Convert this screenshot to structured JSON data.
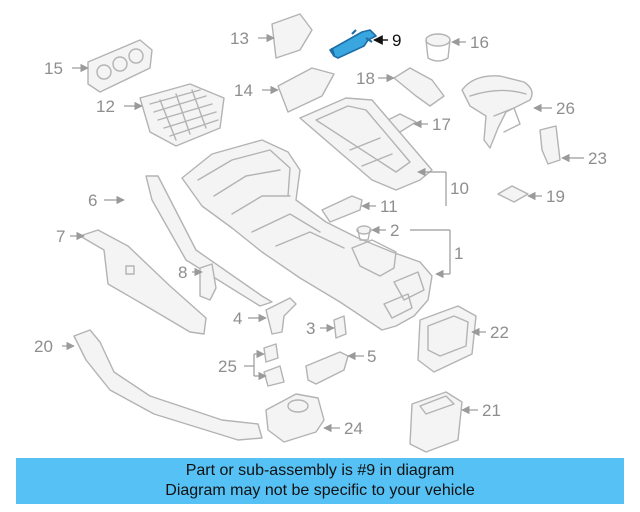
{
  "diagram": {
    "callouts": {
      "c1": "1",
      "c2": "2",
      "c3": "3",
      "c4": "4",
      "c5": "5",
      "c6": "6",
      "c7": "7",
      "c8": "8",
      "c9": "9",
      "c10": "10",
      "c11": "11",
      "c12": "12",
      "c13": "13",
      "c14": "14",
      "c15": "15",
      "c16": "16",
      "c17": "17",
      "c18": "18",
      "c19": "19",
      "c20": "20",
      "c21": "21",
      "c22": "22",
      "c23": "23",
      "c24": "24",
      "c25": "25",
      "c26": "26"
    },
    "highlighted_part": "9",
    "colors": {
      "part_outline": "#b3b3b3",
      "highlight": "#3aa6df",
      "banner": "#56c1f4"
    }
  },
  "banner": {
    "line1": "Part or sub-assembly is #9 in diagram",
    "line2": "Diagram may not be specific to your vehicle"
  }
}
